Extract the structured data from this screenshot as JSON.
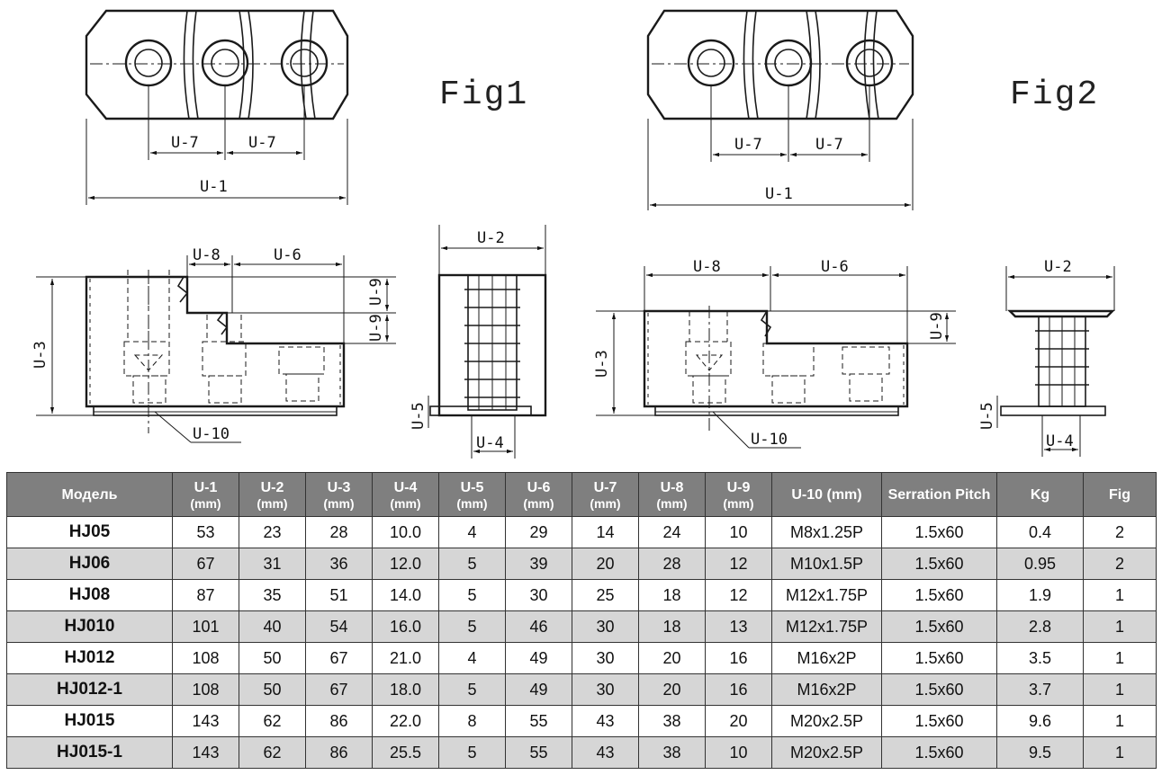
{
  "figures": {
    "fig1_label": "Fig1",
    "fig2_label": "Fig2"
  },
  "dimensions": {
    "u1": "U-1",
    "u2": "U-2",
    "u3": "U-3",
    "u4": "U-4",
    "u5": "U-5",
    "u6": "U-6",
    "u7": "U-7",
    "u8": "U-8",
    "u9": "U-9",
    "u10": "U-10"
  },
  "table": {
    "headers": [
      {
        "label": "Модель",
        "unit": ""
      },
      {
        "label": "U-1",
        "unit": "(mm)"
      },
      {
        "label": "U-2",
        "unit": "(mm)"
      },
      {
        "label": "U-3",
        "unit": "(mm)"
      },
      {
        "label": "U-4",
        "unit": "(mm)"
      },
      {
        "label": "U-5",
        "unit": "(mm)"
      },
      {
        "label": "U-6",
        "unit": "(mm)"
      },
      {
        "label": "U-7",
        "unit": "(mm)"
      },
      {
        "label": "U-8",
        "unit": "(mm)"
      },
      {
        "label": "U-9",
        "unit": "(mm)"
      },
      {
        "label": "U-10 (mm)",
        "unit": ""
      },
      {
        "label": "Serration Pitch",
        "unit": ""
      },
      {
        "label": "Kg",
        "unit": ""
      },
      {
        "label": "Fig",
        "unit": ""
      }
    ],
    "rows": [
      [
        "HJ05",
        "53",
        "23",
        "28",
        "10.0",
        "4",
        "29",
        "14",
        "24",
        "10",
        "M8x1.25P",
        "1.5x60",
        "0.4",
        "2"
      ],
      [
        "HJ06",
        "67",
        "31",
        "36",
        "12.0",
        "5",
        "39",
        "20",
        "28",
        "12",
        "M10x1.5P",
        "1.5x60",
        "0.95",
        "2"
      ],
      [
        "HJ08",
        "87",
        "35",
        "51",
        "14.0",
        "5",
        "30",
        "25",
        "18",
        "12",
        "M12x1.75P",
        "1.5x60",
        "1.9",
        "1"
      ],
      [
        "HJ010",
        "101",
        "40",
        "54",
        "16.0",
        "5",
        "46",
        "30",
        "18",
        "13",
        "M12x1.75P",
        "1.5x60",
        "2.8",
        "1"
      ],
      [
        "HJ012",
        "108",
        "50",
        "67",
        "21.0",
        "4",
        "49",
        "30",
        "20",
        "16",
        "M16x2P",
        "1.5x60",
        "3.5",
        "1"
      ],
      [
        "HJ012-1",
        "108",
        "50",
        "67",
        "18.0",
        "5",
        "49",
        "30",
        "20",
        "16",
        "M16x2P",
        "1.5x60",
        "3.7",
        "1"
      ],
      [
        "HJ015",
        "143",
        "62",
        "86",
        "22.0",
        "8",
        "55",
        "43",
        "38",
        "20",
        "M20x2.5P",
        "1.5x60",
        "9.6",
        "1"
      ],
      [
        "HJ015-1",
        "143",
        "62",
        "86",
        "25.5",
        "5",
        "55",
        "43",
        "38",
        "10",
        "M20x2.5P",
        "1.5x60",
        "9.5",
        "1"
      ]
    ]
  }
}
